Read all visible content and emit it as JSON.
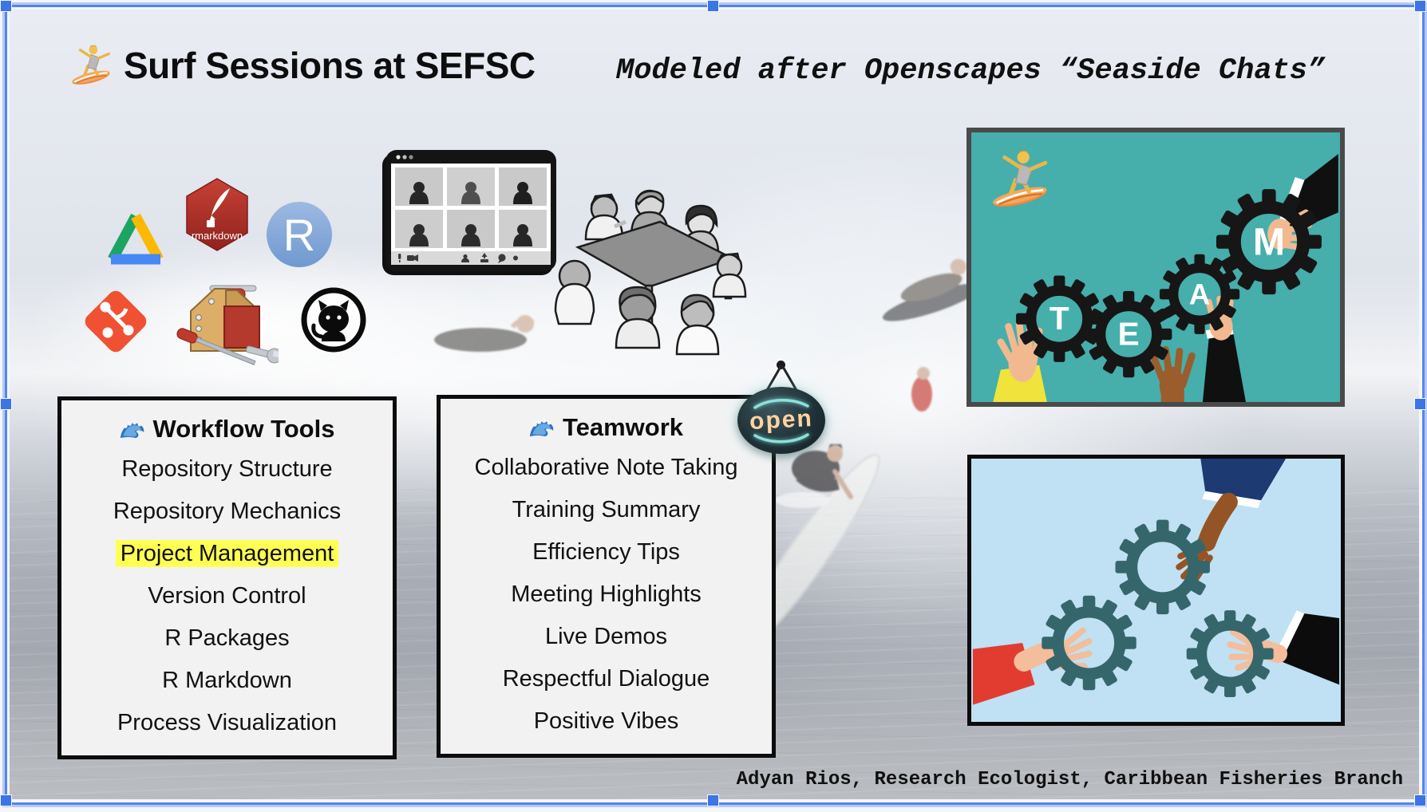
{
  "slide": {
    "title": "Surf Sessions at SEFSC",
    "subtitle": "Modeled after Openscapes “Seaside Chats”",
    "attribution": "Adyan Rios, Research Ecologist, Caribbean Fisheries Branch",
    "boxes": {
      "workflow": {
        "title": "Workflow Tools",
        "items": [
          "Repository Structure",
          "Repository Mechanics",
          "Project Management",
          "Version Control",
          "R Packages",
          "R Markdown",
          "Process Visualization"
        ],
        "highlighted_item": "Project Management",
        "highlight_color": "#feff54"
      },
      "teamwork": {
        "title": "Teamwork",
        "items": [
          "Collaborative Note Taking",
          "Training Summary",
          "Efficiency Tips",
          "Meeting Highlights",
          "Live Demos",
          "Respectful Dialogue",
          "Positive Vibes"
        ]
      }
    },
    "open_sign": {
      "text": "open"
    },
    "team_image": {
      "letters": [
        "T",
        "E",
        "A",
        "M"
      ],
      "bg_color": "#46aeab"
    },
    "gears_image": {
      "bg_color": "#bfe1f3",
      "gear_color": "#35666b"
    },
    "logos": {
      "rmarkdown_label": "rmarkdown",
      "r_letter": "R"
    },
    "icons": [
      "surfer-icon",
      "wave-icon",
      "google-drive-icon",
      "rmarkdown-icon",
      "r-logo-icon",
      "git-icon",
      "toolbox-icon",
      "github-icon",
      "video-call-window-icon",
      "meeting-table-clipart",
      "open-sign",
      "team-gears-image",
      "hands-gears-image"
    ],
    "colors": {
      "selection": "#5585ea",
      "box_border": "#0c0c0c",
      "team_teal": "#46aeab",
      "gears_blue_bg": "#bfe1f3"
    }
  }
}
